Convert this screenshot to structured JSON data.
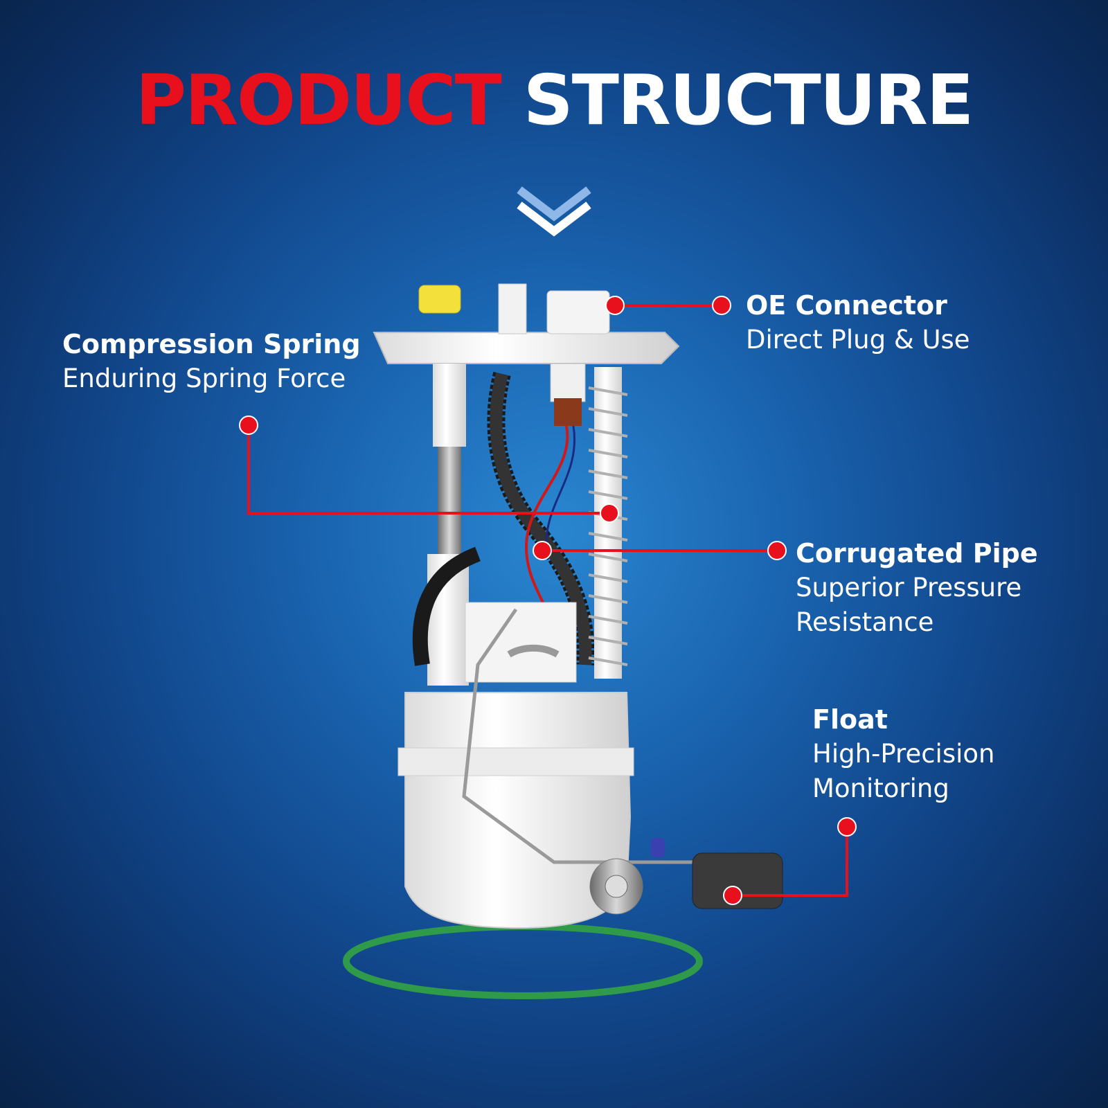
{
  "title": {
    "part1": "PRODUCT",
    "part2": "STRUCTURE"
  },
  "colors": {
    "accent": "#e8101c",
    "text": "#ffffff",
    "background": "#1a64b0",
    "ring": "#2e9a4a"
  },
  "labels": {
    "oe_connector": {
      "heading": "OE Connector",
      "sub1": "Direct Plug & Use"
    },
    "compression_spring": {
      "heading": "Compression Spring",
      "sub1": "Enduring Spring Force"
    },
    "corrugated_pipe": {
      "heading": "Corrugated Pipe",
      "sub1": "Superior Pressure",
      "sub2": "Resistance"
    },
    "float": {
      "heading": "Float",
      "sub1": "High-Precision",
      "sub2": "Monitoring"
    }
  },
  "icons": {
    "chevron": "double-chevron-down-icon"
  }
}
